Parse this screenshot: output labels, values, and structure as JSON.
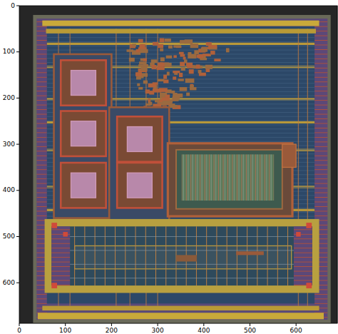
{
  "diagram": {
    "labels": [
      "0",
      "100",
      "200",
      "300",
      "400",
      "500",
      "600",
      "0",
      "100",
      "200",
      "300",
      "400",
      "500",
      "600"
    ]
  }
}
